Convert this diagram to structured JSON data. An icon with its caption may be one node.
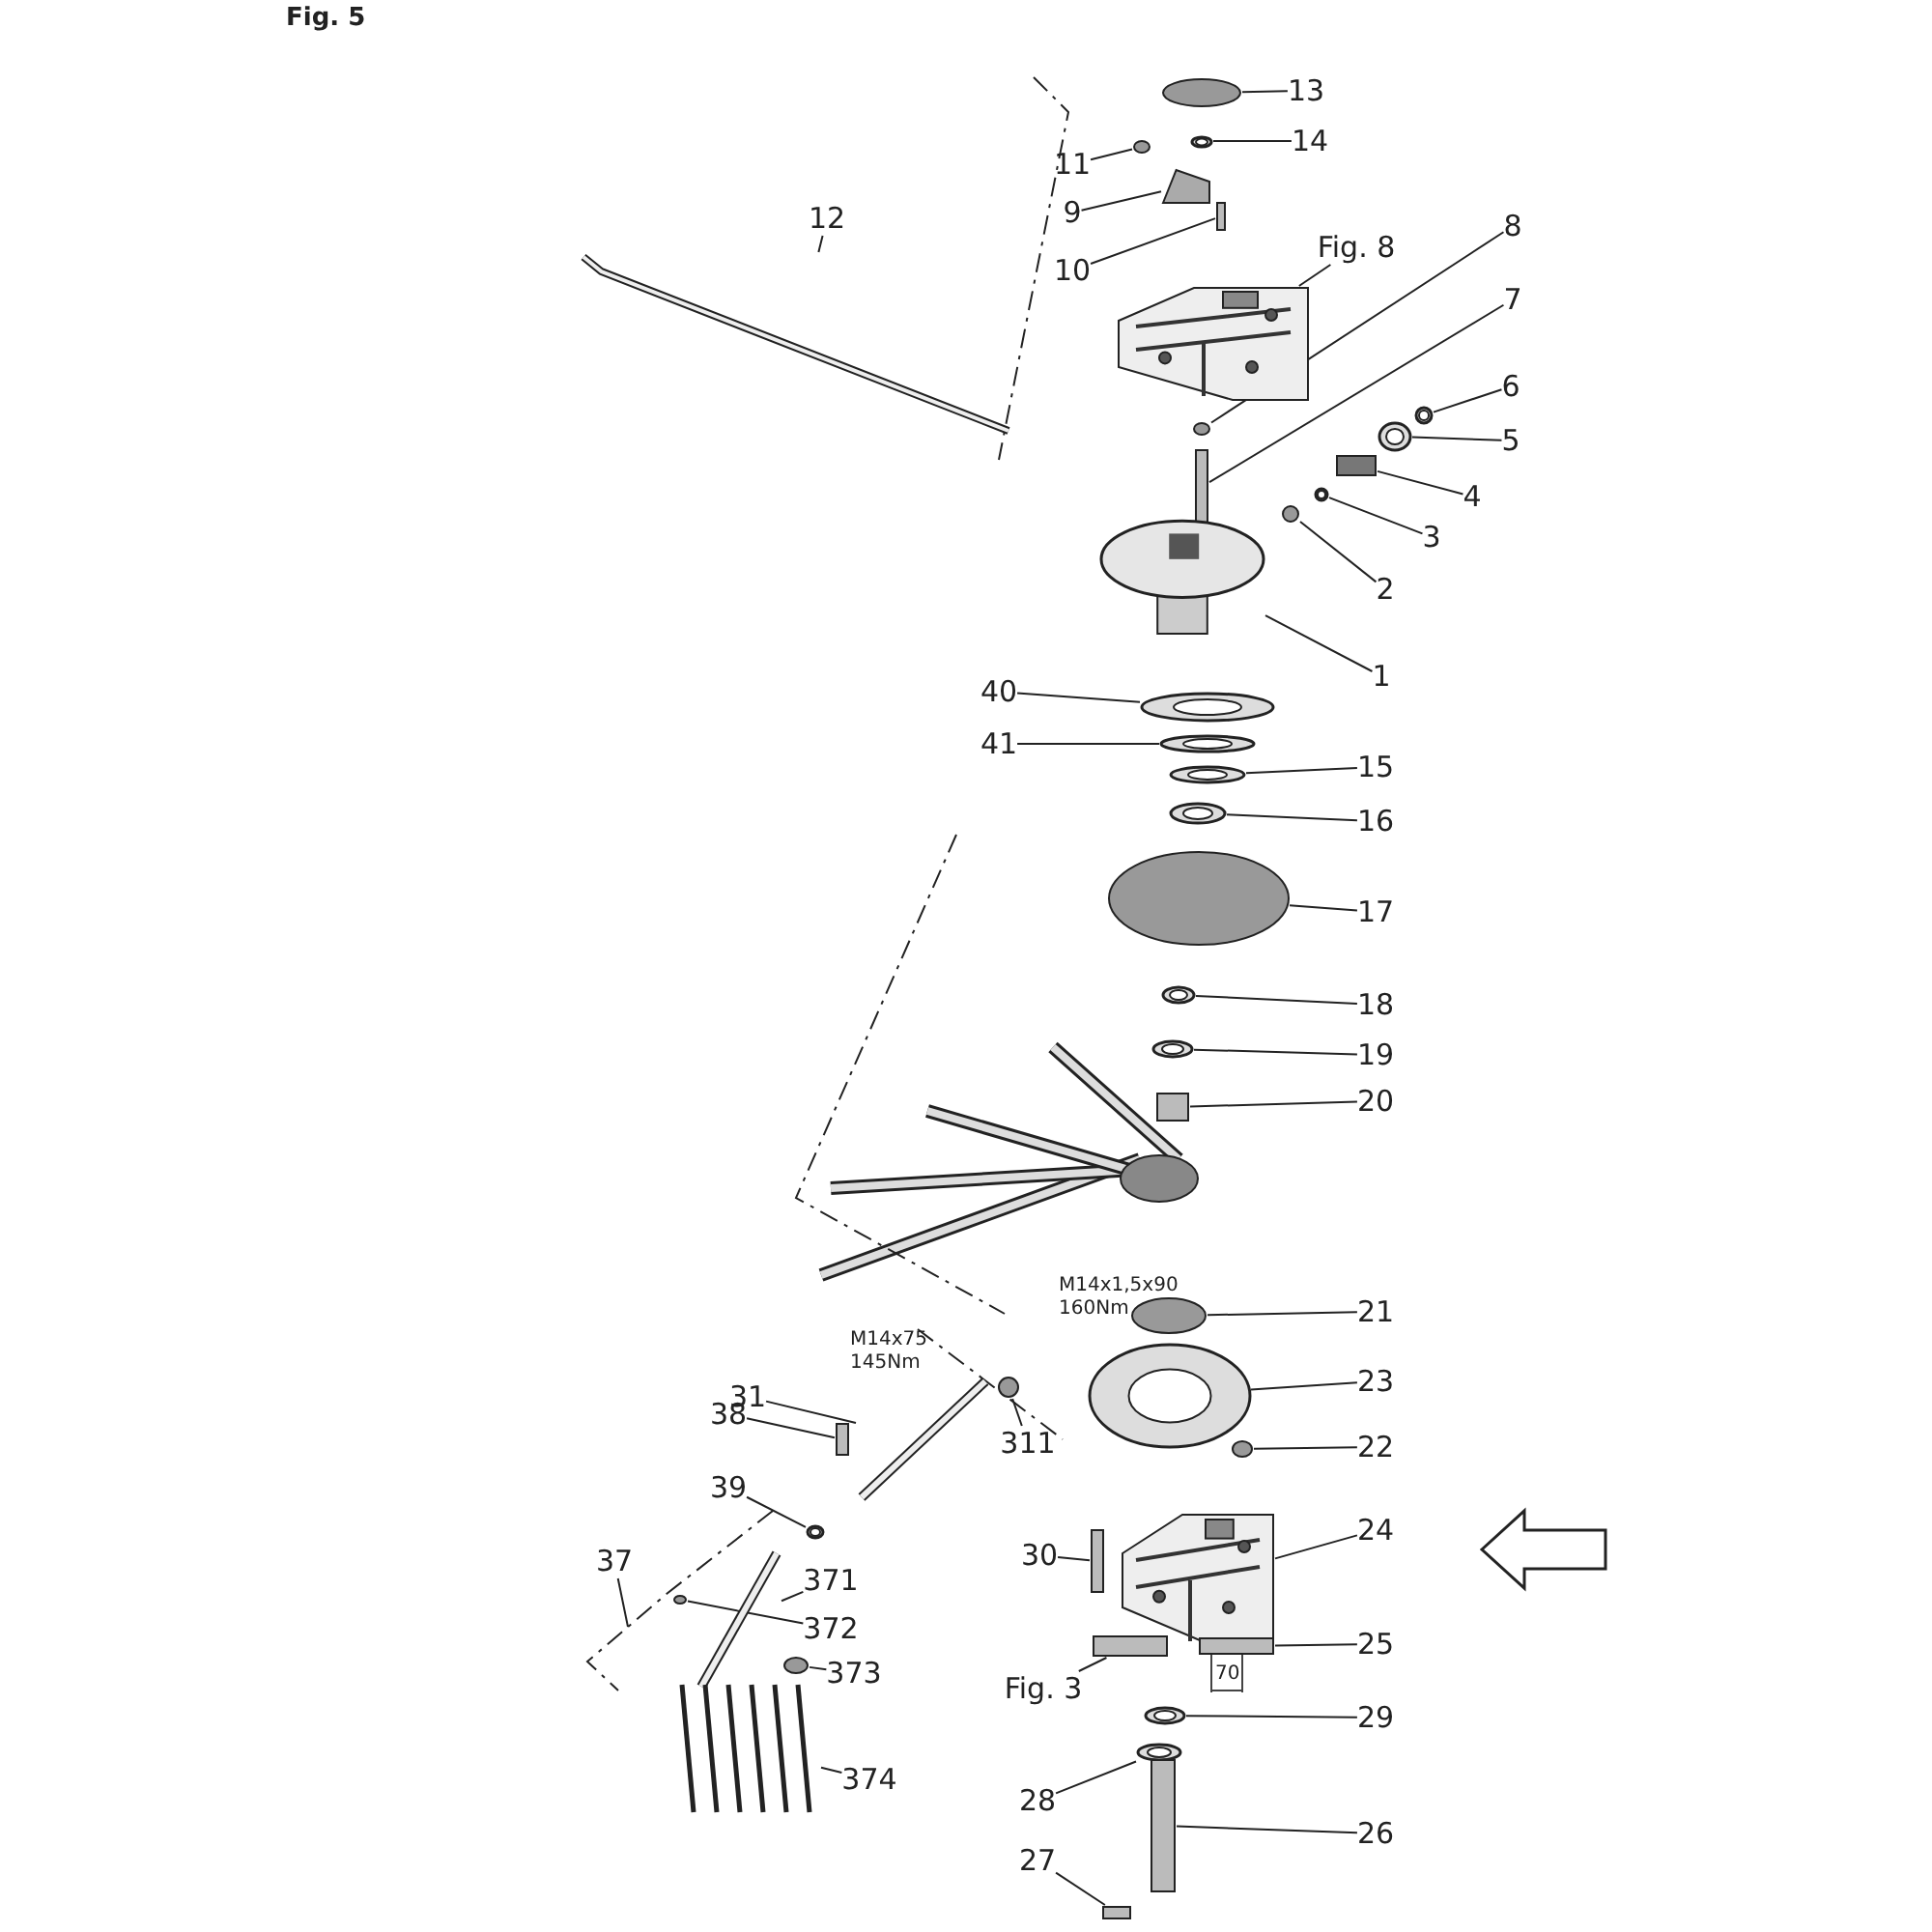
{
  "diagram": {
    "title": "Fig. 5",
    "nodes": [
      {
        "text": [
          "13"
        ]
      },
      {
        "text": [],
        "shape": "circle"
      },
      {
        "text": [
          "14"
        ]
      },
      {
        "text": [],
        "shape": "picture"
      },
      {
        "text": [
          "11"
        ]
      },
      {
        "text": [],
        "shape": "circle"
      },
      {
        "text": [
          "9"
        ]
      },
      {
        "text": [],
        "shape": "picture"
      },
      {
        "text": [
          "10"
        ]
      },
      {
        "text": [],
        "shape": "box"
      },
      {
        "text": [
          "12"
        ]
      },
      {
        "text": [],
        "shape": "picture"
      },
      {
        "text": [
          "Fig. 8"
        ]
      },
      {
        "text": [],
        "shape": "picture"
      },
      {
        "text": [
          "8"
        ]
      },
      {
        "text": [],
        "shape": "circle"
      },
      {
        "text": [
          "7"
        ]
      },
      {
        "text": [],
        "shape": "box"
      },
      {
        "text": [
          "6"
        ]
      },
      {
        "text": [],
        "shape": "picture"
      },
      {
        "text": [
          "5"
        ]
      },
      {
        "text": [],
        "shape": "picture"
      },
      {
        "text": [
          "4"
        ]
      },
      {
        "text": [],
        "shape": "box"
      },
      {
        "text": [
          "3"
        ]
      },
      {
        "text": [],
        "shape": "picture"
      },
      {
        "text": [
          "2"
        ]
      },
      {
        "text": [],
        "shape": "circle"
      },
      {
        "text": [
          "1"
        ]
      },
      {
        "text": [],
        "shape": "picture"
      },
      {
        "text": [
          "40"
        ]
      },
      {
        "text": [],
        "shape": "picture"
      },
      {
        "text": [
          "41"
        ]
      },
      {
        "text": [],
        "shape": "picture"
      },
      {
        "text": [
          "15"
        ]
      },
      {
        "text": [],
        "shape": "picture"
      },
      {
        "text": [
          "16"
        ]
      },
      {
        "text": [],
        "shape": "picture"
      },
      {
        "text": [
          "17"
        ]
      },
      {
        "text": [],
        "shape": "circle"
      },
      {
        "text": [
          "18"
        ]
      },
      {
        "text": [],
        "shape": "picture"
      },
      {
        "text": [
          "19"
        ]
      },
      {
        "text": [],
        "shape": "picture"
      },
      {
        "text": [
          "20"
        ]
      },
      {
        "text": [],
        "shape": "box"
      },
      {
        "text": [
          "21"
        ]
      },
      {
        "text": [],
        "shape": "circle"
      },
      {
        "text": [
          "23"
        ]
      },
      {
        "text": [],
        "shape": "picture"
      },
      {
        "text": [
          "22"
        ]
      },
      {
        "text": [],
        "shape": "circle"
      },
      {
        "text": [
          "31"
        ]
      },
      {
        "text": [],
        "shape": "picture"
      },
      {
        "text": [
          "311"
        ]
      },
      {
        "text": [],
        "shape": "circle"
      },
      {
        "text": [
          "38"
        ]
      },
      {
        "text": [],
        "shape": "box"
      },
      {
        "text": [
          "39"
        ]
      },
      {
        "text": [],
        "shape": "picture"
      },
      {
        "text": [
          "24"
        ]
      },
      {
        "text": [],
        "shape": "picture"
      },
      {
        "text": [
          "30"
        ]
      },
      {
        "text": [],
        "shape": "box"
      },
      {
        "text": [
          "37"
        ]
      },
      {
        "text": [
          "371"
        ]
      },
      {
        "text": [],
        "shape": "picture"
      },
      {
        "text": [
          "372"
        ]
      },
      {
        "text": [],
        "shape": "circle"
      },
      {
        "text": [
          "373"
        ]
      },
      {
        "text": [],
        "shape": "circle"
      },
      {
        "text": [
          "25"
        ]
      },
      {
        "text": [],
        "shape": "box"
      },
      {
        "text": [
          "Fig. 3"
        ]
      },
      {
        "text": [],
        "shape": "box"
      },
      {
        "text": [
          "29"
        ]
      },
      {
        "text": [],
        "shape": "picture"
      },
      {
        "text": [
          "374"
        ]
      },
      {
        "text": [],
        "shape": "picture"
      },
      {
        "text": [
          "28"
        ]
      },
      {
        "text": [],
        "shape": "picture"
      },
      {
        "text": [
          "26"
        ]
      },
      {
        "text": [],
        "shape": "box"
      },
      {
        "text": [
          "27"
        ]
      },
      {
        "text": [],
        "shape": "box"
      }
    ],
    "edges": [
      {
        "from": 0,
        "to": 1,
        "arrow": "none"
      },
      {
        "from": 2,
        "to": 3,
        "arrow": "none"
      },
      {
        "from": 4,
        "to": 5,
        "arrow": "none"
      },
      {
        "from": 6,
        "to": 7,
        "arrow": "none"
      },
      {
        "from": 8,
        "to": 9,
        "arrow": "none"
      },
      {
        "from": 10,
        "to": 11,
        "arrow": "none"
      },
      {
        "from": 12,
        "to": 13,
        "arrow": "none"
      },
      {
        "from": 14,
        "to": 15,
        "arrow": "none"
      },
      {
        "from": 16,
        "to": 17,
        "arrow": "none"
      },
      {
        "from": 18,
        "to": 19,
        "arrow": "none"
      },
      {
        "from": 20,
        "to": 21,
        "arrow": "none"
      },
      {
        "from": 22,
        "to": 23,
        "arrow": "none"
      },
      {
        "from": 24,
        "to": 25,
        "arrow": "none"
      },
      {
        "from": 26,
        "to": 27,
        "arrow": "none"
      },
      {
        "from": 28,
        "to": 29,
        "arrow": "none"
      },
      {
        "from": 30,
        "to": 31,
        "arrow": "none"
      },
      {
        "from": 32,
        "to": 33,
        "arrow": "none"
      },
      {
        "from": 34,
        "to": 35,
        "arrow": "none"
      },
      {
        "from": 36,
        "to": 37,
        "arrow": "none"
      },
      {
        "from": 38,
        "to": 39,
        "arrow": "none"
      },
      {
        "from": 40,
        "to": 41,
        "arrow": "none"
      },
      {
        "from": 42,
        "to": 43,
        "arrow": "none"
      },
      {
        "from": 44,
        "to": 45,
        "arrow": "none"
      },
      {
        "from": 46,
        "to": 47,
        "arrow": "none"
      },
      {
        "from": 48,
        "to": 49,
        "arrow": "none"
      },
      {
        "from": 50,
        "to": 51,
        "arrow": "none"
      },
      {
        "from": 52,
        "to": 53,
        "arrow": "none"
      },
      {
        "from": 54,
        "to": 55,
        "arrow": "none"
      },
      {
        "from": 56,
        "to": 57,
        "arrow": "none"
      },
      {
        "from": 58,
        "to": 59,
        "arrow": "none"
      },
      {
        "from": 60,
        "to": 61,
        "arrow": "none"
      },
      {
        "from": 62,
        "to": 63,
        "arrow": "none"
      },
      {
        "from": 64,
        "to": null,
        "arrow": "none"
      },
      {
        "from": 65,
        "to": 66,
        "arrow": "none"
      },
      {
        "from": 67,
        "to": 68,
        "arrow": "none"
      },
      {
        "from": 69,
        "to": 70,
        "arrow": "none"
      },
      {
        "from": 71,
        "to": 72,
        "arrow": "none"
      },
      {
        "from": 73,
        "to": 74,
        "arrow": "none"
      },
      {
        "from": 75,
        "to": 76,
        "arrow": "none"
      },
      {
        "from": 77,
        "to": 78,
        "arrow": "none"
      },
      {
        "from": 79,
        "to": 80,
        "arrow": "none"
      },
      {
        "from": 81,
        "to": 82,
        "arrow": "none"
      },
      {
        "from": 83,
        "to": 84,
        "arrow": "none"
      }
    ],
    "labels": [
      "M14x1,5x90 160Nm",
      "M14x75 145Nm",
      "70"
    ]
  }
}
